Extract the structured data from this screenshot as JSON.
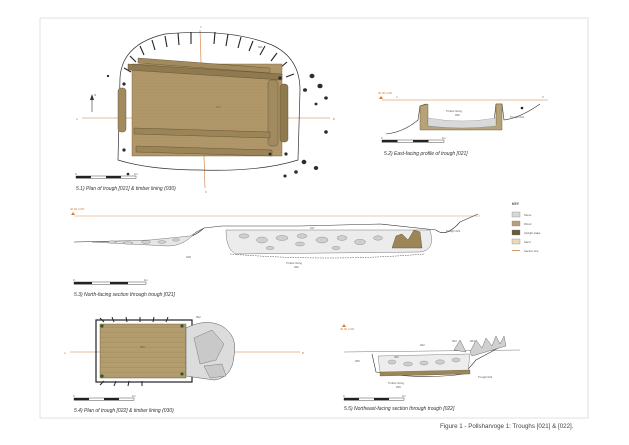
{
  "figure_caption": "Figure 1 - Pollsharvoge 1: Troughs [021] & [022].",
  "panels": {
    "p1": {
      "caption": "5.1) Plan of trough [021] & timber lining (030)",
      "labels": {
        "trough": "021",
        "wood": "030",
        "a": "A",
        "b": "B",
        "c": "C",
        "d": "D"
      }
    },
    "p2": {
      "caption": "5.2) East-facing profile of trough [021]",
      "labels": {
        "level": "40.00 mOD",
        "timber": "Timber lining",
        "timber_no": "030",
        "trough": "Trough 021",
        "c": "C",
        "d": "D"
      }
    },
    "p3": {
      "caption": "5.3) North-facing section through trough [021]",
      "labels": {
        "level": "40.00 mOD",
        "fill1": "017",
        "fill2": "018",
        "trough": "Trough 021",
        "timber": "Timber lining",
        "timber_no": "030"
      }
    },
    "p4": {
      "caption": "5.4) Plan of trough [022] & timber lining (030)",
      "labels": {
        "trough": "022",
        "wood": "030",
        "a": "A",
        "b": "B"
      }
    },
    "p5": {
      "caption": "5.5) Northeast-facing section through trough [022]",
      "labels": {
        "level": "40.00 mOD",
        "f1": "022",
        "f2": "023",
        "f3": "024",
        "f4": "025",
        "f5": "026",
        "timber": "Timber lining",
        "timber_no": "030",
        "trough": "Trough 022"
      }
    }
  },
  "key": {
    "title": "KEY",
    "items": [
      {
        "label": "Stone",
        "color": "#d8d8d8"
      },
      {
        "label": "Wood",
        "color": "#b7a075"
      },
      {
        "label": "Upright stake",
        "color": "#6b5a3c"
      },
      {
        "label": "Sand",
        "color": "#ead9b8"
      },
      {
        "label": "Section line",
        "color": "#d07a3a"
      }
    ]
  },
  "scales": {
    "s1": {
      "zero": "0",
      "end": "1m"
    },
    "s2": {
      "zero": "0",
      "end": "1m"
    },
    "s3": {
      "zero": "0",
      "end": "1m"
    },
    "s4": {
      "zero": "0",
      "end": "1m"
    },
    "s5": {
      "zero": "0",
      "end": "1m"
    }
  },
  "north_label": "N"
}
